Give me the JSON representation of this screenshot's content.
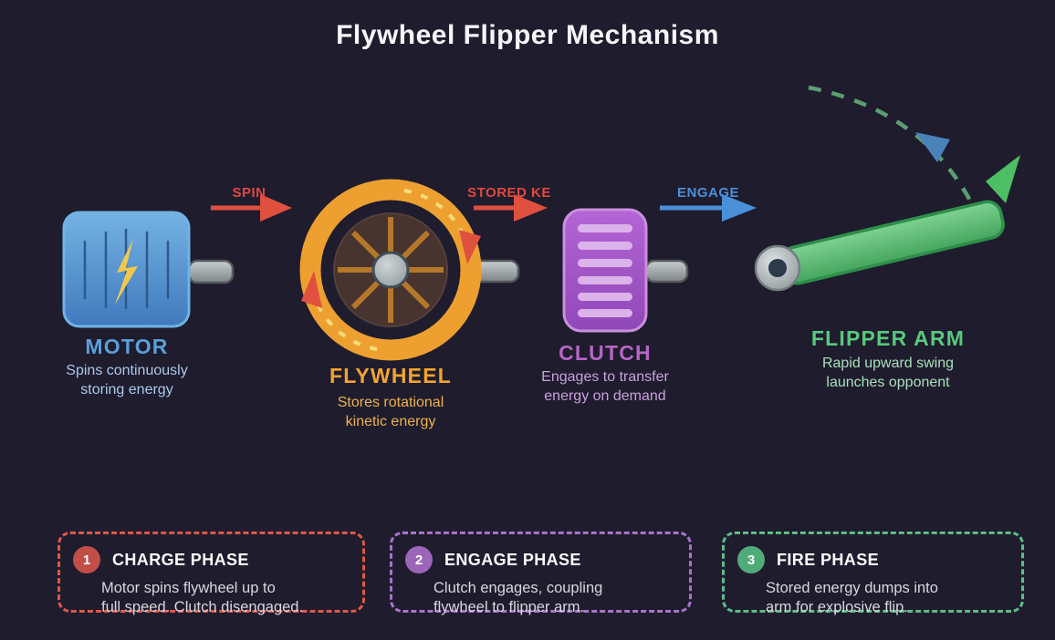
{
  "title": "Flywheel Flipper Mechanism",
  "arrows": {
    "spin": "SPIN",
    "stored_ke": "STORED KE",
    "engage": "ENGAGE"
  },
  "components": {
    "motor": {
      "label": "MOTOR",
      "desc": [
        "Spins continuously",
        "storing energy"
      ]
    },
    "flywheel": {
      "label": "FLYWHEEL",
      "desc": [
        "Stores rotational",
        "kinetic energy"
      ]
    },
    "clutch": {
      "label": "CLUTCH",
      "desc": [
        "Engages to transfer",
        "energy on demand"
      ]
    },
    "flipper_arm": {
      "label": "FLIPPER ARM",
      "desc": [
        "Rapid upward swing",
        "launches opponent"
      ]
    }
  },
  "phases": [
    {
      "number": "1",
      "title": "CHARGE PHASE",
      "desc": [
        "Motor spins flywheel up to",
        "full speed. Clutch disengaged."
      ]
    },
    {
      "number": "2",
      "title": "ENGAGE PHASE",
      "desc": [
        "Clutch engages, coupling",
        "flywheel to flipper arm."
      ]
    },
    {
      "number": "3",
      "title": "FIRE PHASE",
      "desc": [
        "Stored energy dumps into",
        "arm for explosive flip."
      ]
    }
  ],
  "colors": {
    "background": "#1f1c2e",
    "accent_red": "#e0503f",
    "accent_blue": "#4a90d8",
    "accent_orange": "#f0a330",
    "accent_purple": "#b666c6",
    "accent_green": "#52c878",
    "phase_red": "#dd5847",
    "phase_purple": "#a974c9",
    "phase_green": "#5dbd85"
  }
}
